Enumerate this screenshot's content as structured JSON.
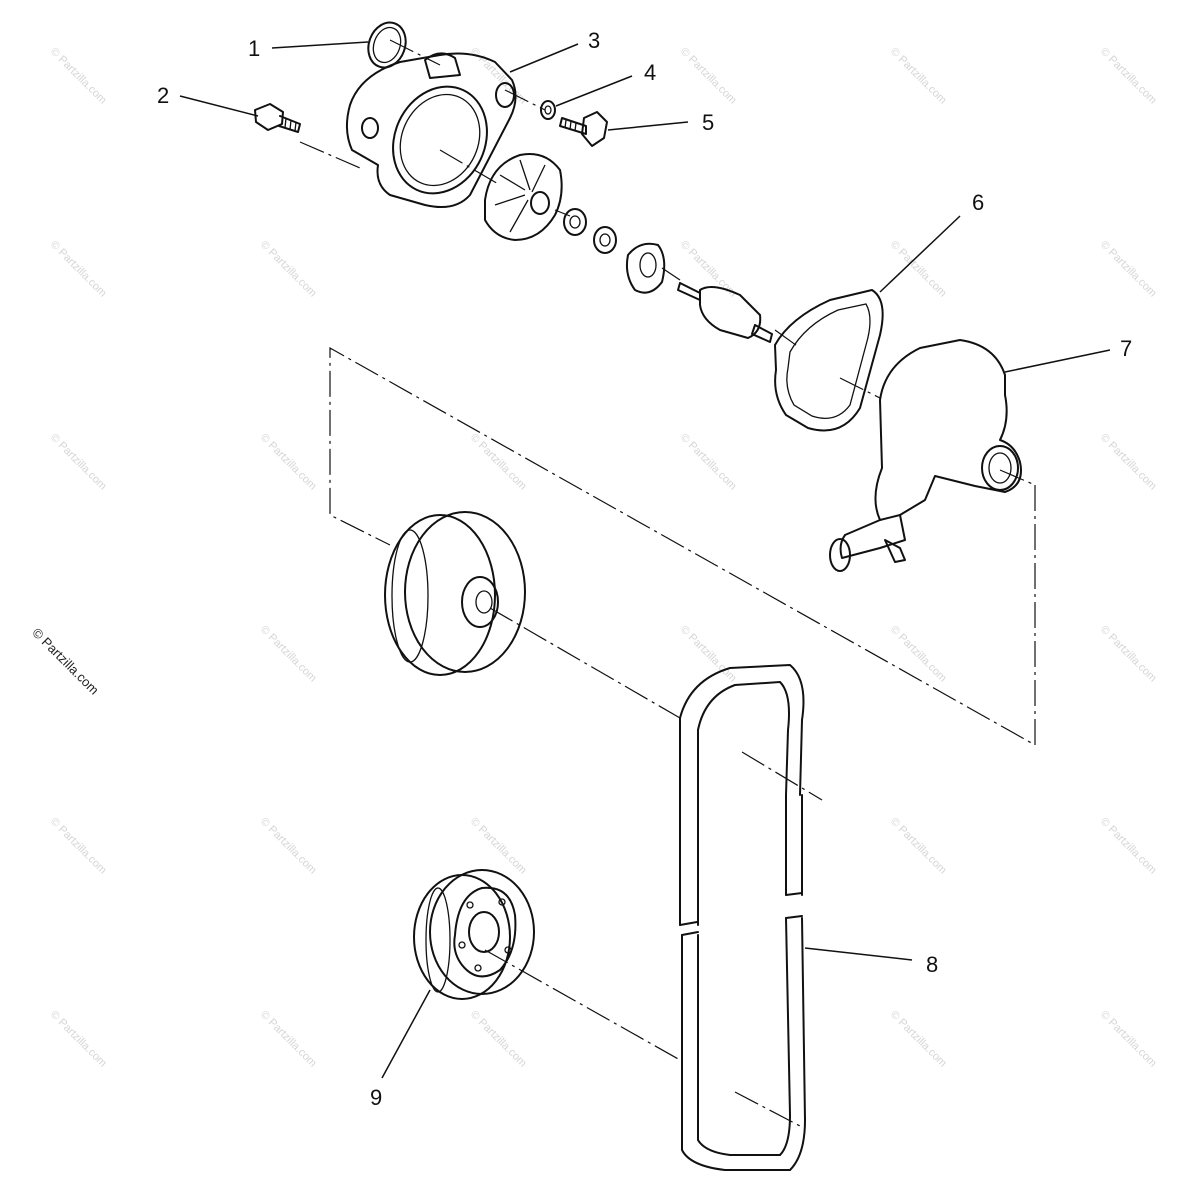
{
  "callouts": [
    {
      "id": "1",
      "label": "1"
    },
    {
      "id": "2",
      "label": "2"
    },
    {
      "id": "3",
      "label": "3"
    },
    {
      "id": "4",
      "label": "4"
    },
    {
      "id": "5",
      "label": "5"
    },
    {
      "id": "6",
      "label": "6"
    },
    {
      "id": "7",
      "label": "7"
    },
    {
      "id": "8",
      "label": "8"
    },
    {
      "id": "9",
      "label": "9"
    }
  ],
  "copyright": "© Partzilla.com",
  "watermark": "© Partzilla.com",
  "colors": {
    "line": "#111111",
    "background": "#ffffff",
    "watermark": "#d6d6d6"
  }
}
